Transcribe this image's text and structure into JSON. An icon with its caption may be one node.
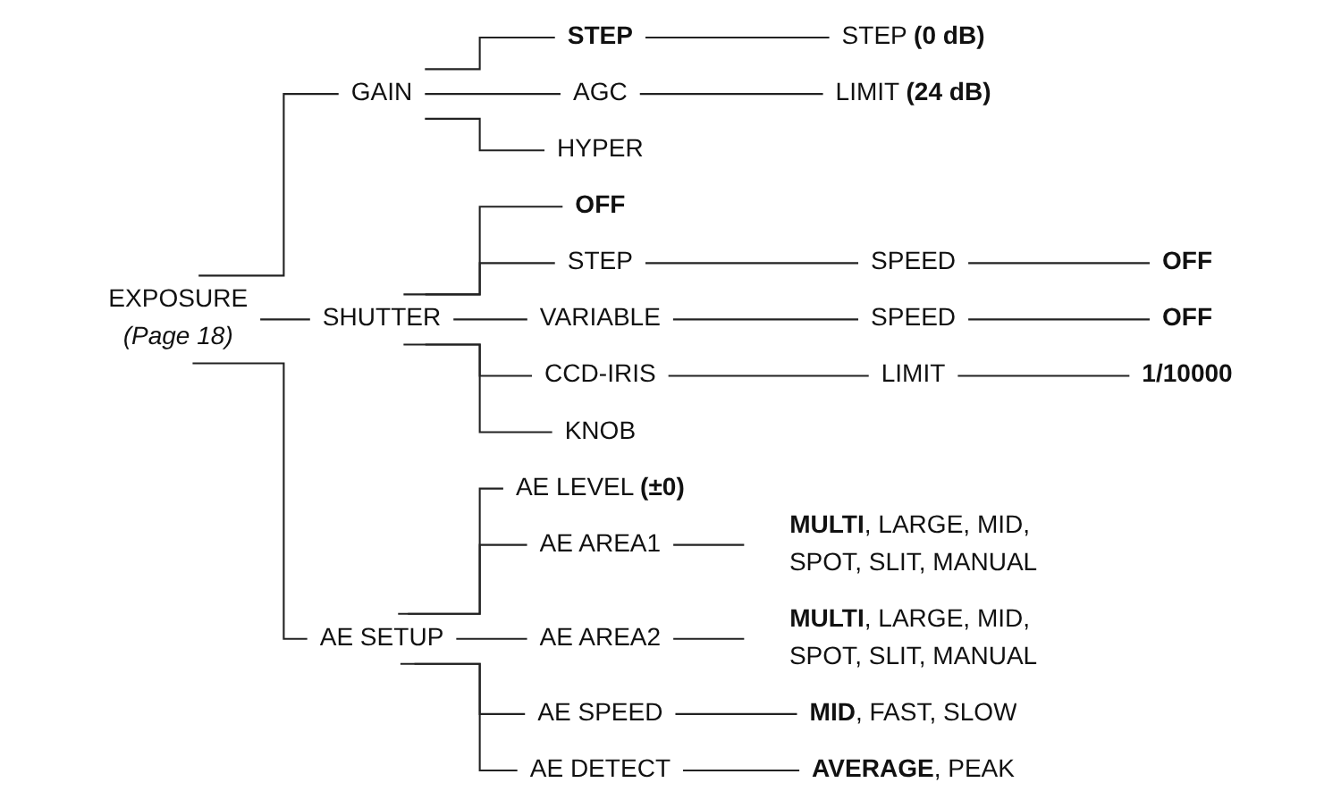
{
  "diagram": {
    "nodes": [
      {
        "text": [
          "EXPOSURE"
        ],
        "beside": [
          "(Page 18)"
        ]
      },
      {
        "text": [
          "GAIN"
        ]
      },
      {
        "text": [
          "STEP"
        ]
      },
      {
        "text": [
          "STEP **(0 dB)**"
        ]
      },
      {
        "text": [
          "AGC"
        ]
      },
      {
        "text": [
          "LIMIT **(24 dB)**"
        ]
      },
      {
        "text": [
          "HYPER"
        ]
      },
      {
        "text": [
          "SHUTTER"
        ]
      },
      {
        "text": [
          "OFF"
        ]
      },
      {
        "text": [
          "STEP"
        ]
      },
      {
        "text": [
          "SPEED"
        ]
      },
      {
        "text": [
          "OFF"
        ]
      },
      {
        "text": [
          "VARIABLE"
        ]
      },
      {
        "text": [
          "SPEED"
        ]
      },
      {
        "text": [
          "OFF"
        ]
      },
      {
        "text": [
          "CCD-IRIS"
        ]
      },
      {
        "text": [
          "LIMIT"
        ]
      },
      {
        "text": [
          "1/10000"
        ]
      },
      {
        "text": [
          "KNOB"
        ]
      },
      {
        "text": [
          "AE SETUP"
        ]
      },
      {
        "text": [
          "AE LEVEL **(±0)**"
        ]
      },
      {
        "text": [
          "AE AREA1"
        ]
      },
      {
        "text": [
          "**MULTI**, LARGE, MID, SPOT, SLIT, MANUAL"
        ]
      },
      {
        "text": [
          "AE AREA2"
        ]
      },
      {
        "text": [
          "**MULTI**, LARGE, MID, SPOT, SLIT, MANUAL"
        ]
      },
      {
        "text": [
          "AE SPEED"
        ]
      },
      {
        "text": [
          "**MID**, FAST, SLOW"
        ]
      },
      {
        "text": [
          "AE DETECT"
        ]
      },
      {
        "text": [
          "**AVERAGE**, PEAK"
        ]
      }
    ],
    "edges": [
      {
        "from": 0,
        "to": 1,
        "arrow": "none"
      },
      {
        "from": 1,
        "to": 2,
        "arrow": "none"
      },
      {
        "from": 2,
        "to": 3,
        "arrow": "none"
      },
      {
        "from": 1,
        "to": 4,
        "arrow": "none"
      },
      {
        "from": 4,
        "to": 5,
        "arrow": "none"
      },
      {
        "from": 1,
        "to": 6,
        "arrow": "none"
      },
      {
        "from": 0,
        "to": 7,
        "arrow": "none"
      },
      {
        "from": 7,
        "to": 8,
        "arrow": "none"
      },
      {
        "from": 7,
        "to": 9,
        "arrow": "none"
      },
      {
        "from": 9,
        "to": 10,
        "arrow": "none"
      },
      {
        "from": 10,
        "to": 11,
        "arrow": "none"
      },
      {
        "from": 7,
        "to": 12,
        "arrow": "none"
      },
      {
        "from": 12,
        "to": 13,
        "arrow": "none"
      },
      {
        "from": 13,
        "to": 14,
        "arrow": "none"
      },
      {
        "from": 7,
        "to": 15,
        "arrow": "none"
      },
      {
        "from": 15,
        "to": 16,
        "arrow": "none"
      },
      {
        "from": 16,
        "to": 17,
        "arrow": "none"
      },
      {
        "from": 7,
        "to": 18,
        "arrow": "none"
      },
      {
        "from": 0,
        "to": 19,
        "arrow": "none"
      },
      {
        "from": 19,
        "to": 20,
        "arrow": "none"
      },
      {
        "from": 19,
        "to": 21,
        "arrow": "none"
      },
      {
        "from": 21,
        "to": 22,
        "arrow": "none"
      },
      {
        "from": 19,
        "to": 23,
        "arrow": "none"
      },
      {
        "from": 23,
        "to": 24,
        "arrow": "none"
      },
      {
        "from": 19,
        "to": 25,
        "arrow": "none"
      },
      {
        "from": 25,
        "to": 26,
        "arrow": "none"
      },
      {
        "from": 19,
        "to": 27,
        "arrow": "none"
      },
      {
        "from": 27,
        "to": 28,
        "arrow": "none"
      }
    ]
  }
}
